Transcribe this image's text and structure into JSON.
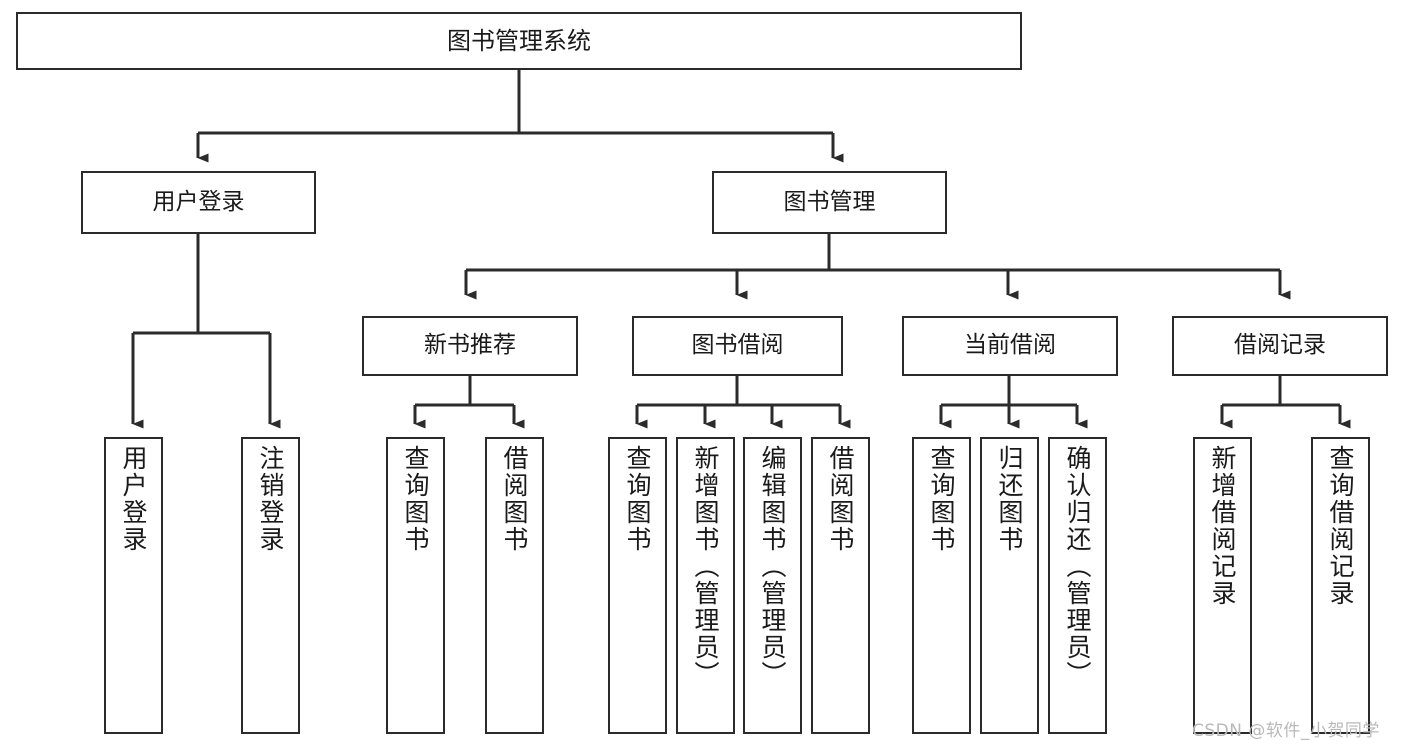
{
  "diagram": {
    "title": "图书管理系统",
    "type": "hierarchy-tree",
    "watermark": "CSDN @软件_小贺同学",
    "colors": {
      "border": "#2b2b2b",
      "background": "#ffffff",
      "text": "#1a1a1a",
      "connector": "#2b2b2b",
      "watermark": "#b9b9b9"
    },
    "nodes": {
      "root": {
        "label": "图书管理系统"
      },
      "level2": [
        {
          "label": "用户登录"
        },
        {
          "label": "图书管理"
        }
      ],
      "level3": [
        {
          "label": "新书推荐"
        },
        {
          "label": "图书借阅"
        },
        {
          "label": "当前借阅"
        },
        {
          "label": "借阅记录"
        }
      ],
      "leaves": {
        "user_login": [
          {
            "label": "用户登录"
          },
          {
            "label": "注销登录"
          }
        ],
        "new_book_recommend": [
          {
            "label": "查询图书"
          },
          {
            "label": "借阅图书"
          }
        ],
        "book_borrow": [
          {
            "label": "查询图书"
          },
          {
            "label": "新增图书（管理员）"
          },
          {
            "label": "编辑图书（管理员）"
          },
          {
            "label": "借阅图书"
          }
        ],
        "current_borrow": [
          {
            "label": "查询图书"
          },
          {
            "label": "归还图书"
          },
          {
            "label": "确认归还（管理员）"
          }
        ],
        "borrow_record": [
          {
            "label": "新增借阅记录"
          },
          {
            "label": "查询借阅记录"
          }
        ]
      }
    }
  }
}
